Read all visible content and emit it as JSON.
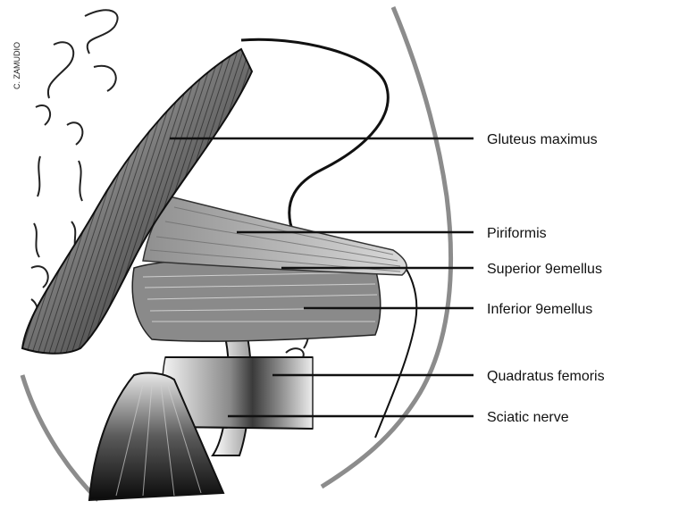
{
  "signature": "C. ZAMUDIO",
  "labels": [
    {
      "id": "gluteus-maximus",
      "text": "Gluteus maximus"
    },
    {
      "id": "piriformis",
      "text": "Piriformis"
    },
    {
      "id": "superior-gemellus",
      "text": "Superior 9emellus"
    },
    {
      "id": "inferior-gemellus",
      "text": "Inferior 9emellus"
    },
    {
      "id": "quadratus-femoris",
      "text": "Quadratus femoris"
    },
    {
      "id": "sciatic-nerve",
      "text": "Sciatic nerve"
    }
  ],
  "colors": {
    "ink": "#111111",
    "muscle_gray": "#9a9a9a",
    "outline_gray": "#8c8c8c"
  }
}
